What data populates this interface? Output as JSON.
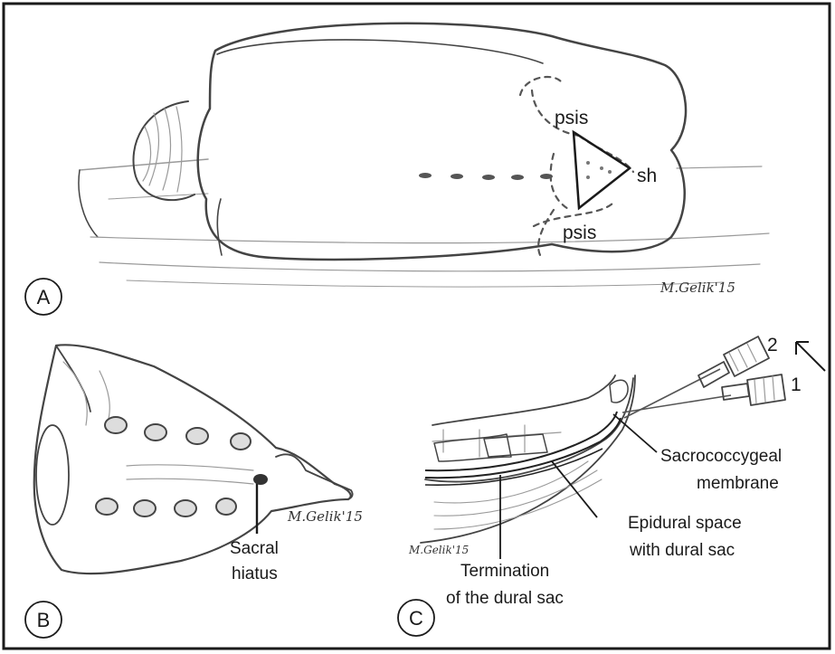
{
  "panels": {
    "a": {
      "letter": "A",
      "labels": {
        "psis_top": "psis",
        "psis_bottom": "psis",
        "sh": "sh"
      },
      "signature": "M.Gelik'15"
    },
    "b": {
      "letter": "B",
      "labels": {
        "hiatus_line1": "Sacral",
        "hiatus_line2": "hiatus"
      },
      "signature": "M.Gelik'15"
    },
    "c": {
      "letter": "C",
      "labels": {
        "needle_2": "2",
        "needle_1": "1",
        "membrane_line1": "Sacrococcygeal",
        "membrane_line2": "membrane",
        "epidural_line1": "Epidural space",
        "epidural_line2": "with dural sac",
        "termination_line1": "Termination",
        "termination_line2": "of the dural sac"
      },
      "signature": "M.Gelik'15"
    }
  },
  "colors": {
    "border": "#1a1a1a",
    "ink": "#1a1a1a",
    "pencil": "#555555"
  }
}
